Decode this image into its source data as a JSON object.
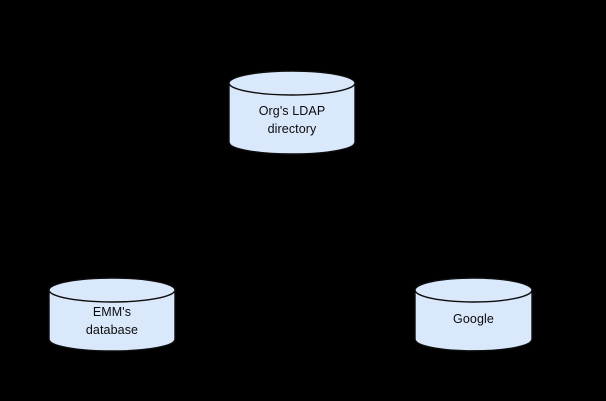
{
  "diagram": {
    "type": "database-node-diagram",
    "background_color": "#000000",
    "node_fill_color": "#dae8fc",
    "node_stroke_color": "#0d0d0d",
    "text_color": "#0b0b0b",
    "nodes": [
      {
        "id": "ldap",
        "shape": "cylinder",
        "label": "Org's LDAP\ndirectory",
        "label_line_1": "Org's LDAP",
        "label_line_2": "directory"
      },
      {
        "id": "emm",
        "shape": "cylinder",
        "label": "EMM's\ndatabase",
        "label_line_1": "EMM's",
        "label_line_2": "database"
      },
      {
        "id": "google",
        "shape": "cylinder",
        "label": "Google",
        "label_line_1": "Google",
        "label_line_2": ""
      }
    ],
    "connectors": []
  }
}
